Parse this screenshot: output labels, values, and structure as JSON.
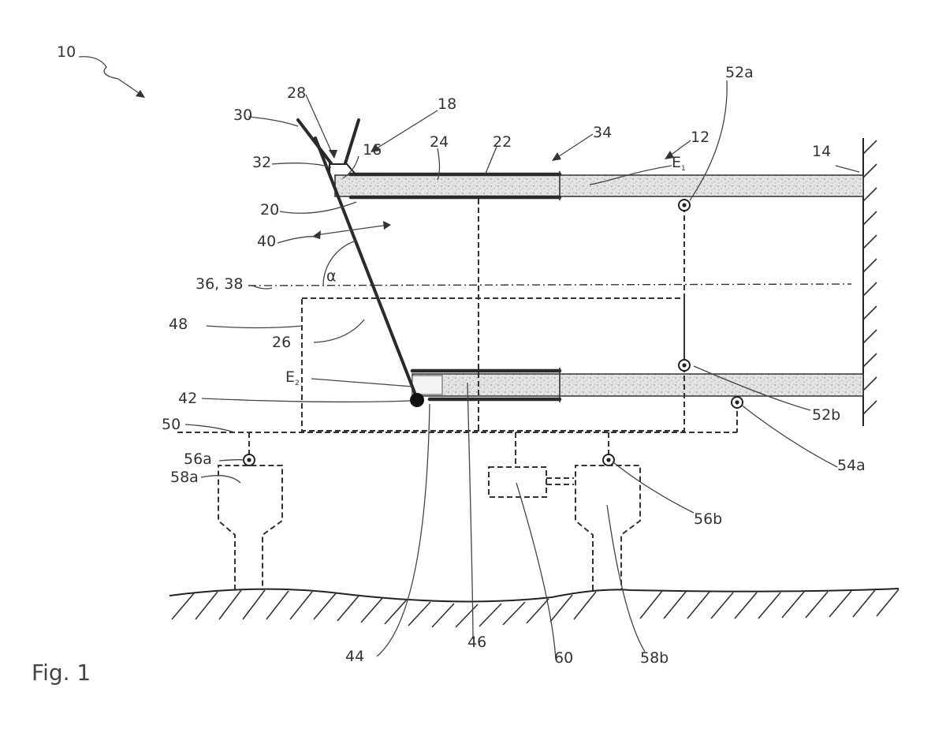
{
  "figure": {
    "caption": "Fig. 1",
    "labels": {
      "l10": "10",
      "l28": "28",
      "l18": "18",
      "l30": "30",
      "l32": "32",
      "l16": "16",
      "l24": "24",
      "l22": "22",
      "l34": "34",
      "lE1": "E",
      "lE1sub": "1",
      "l12": "12",
      "l52a": "52a",
      "l14": "14",
      "l20": "20",
      "l40": "40",
      "l36_38": "36, 38",
      "lalpha": "α",
      "l48": "48",
      "l26": "26",
      "lE2": "E",
      "lE2sub": "2",
      "l42": "42",
      "l50": "50",
      "l52b": "52b",
      "l54a": "54a",
      "l56a": "56a",
      "l58a": "58a",
      "l56b": "56b",
      "l44": "44",
      "l46": "46",
      "l60": "60",
      "l58b": "58b"
    }
  }
}
